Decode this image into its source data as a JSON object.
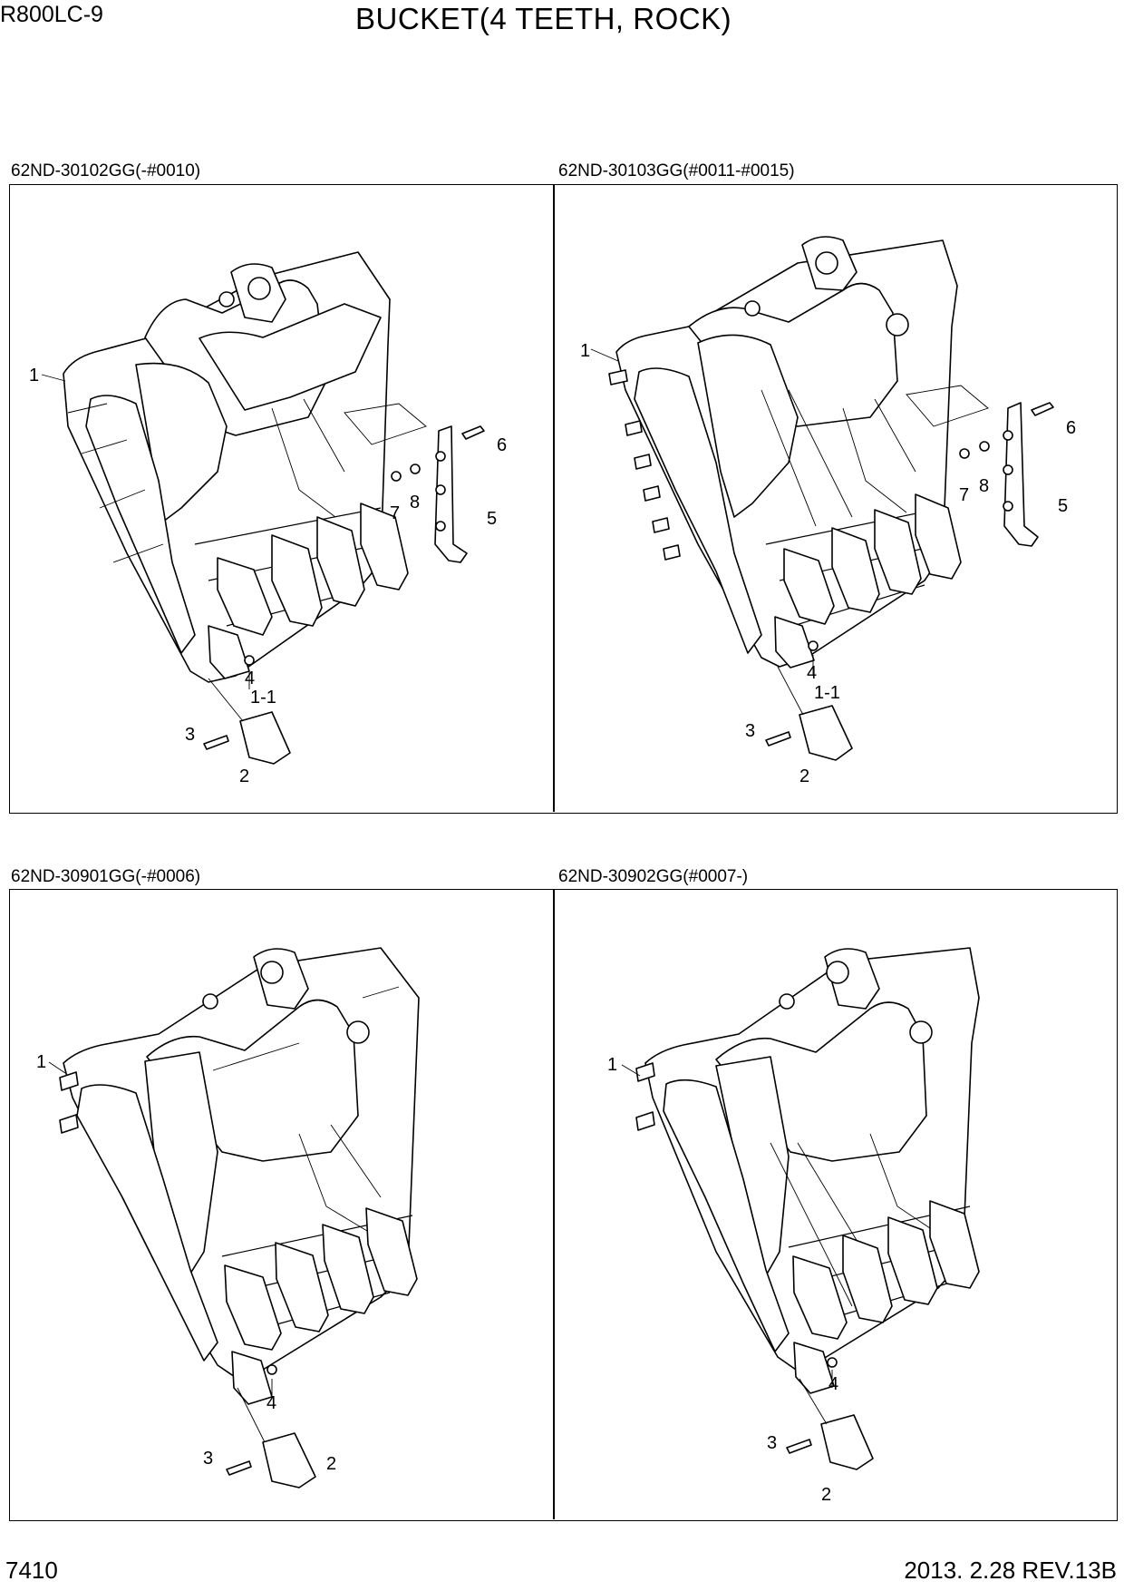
{
  "header": {
    "model": "R800LC-9",
    "title": "BUCKET(4 TEETH, ROCK)"
  },
  "footer": {
    "page_number": "7410",
    "revision": "2013. 2.28  REV.13B"
  },
  "panels": [
    {
      "label": "62ND-30102GG(-#0010)",
      "callouts": [
        "1",
        "1-1",
        "2",
        "3",
        "4",
        "5",
        "6",
        "7",
        "8"
      ]
    },
    {
      "label": "62ND-30103GG(#0011-#0015)",
      "callouts": [
        "1",
        "1-1",
        "2",
        "3",
        "4",
        "5",
        "6",
        "7",
        "8"
      ]
    },
    {
      "label": "62ND-30901GG(-#0006)",
      "callouts": [
        "1",
        "2",
        "3",
        "4"
      ]
    },
    {
      "label": "62ND-30902GG(#0007-)",
      "callouts": [
        "1",
        "2",
        "3",
        "4"
      ]
    }
  ]
}
